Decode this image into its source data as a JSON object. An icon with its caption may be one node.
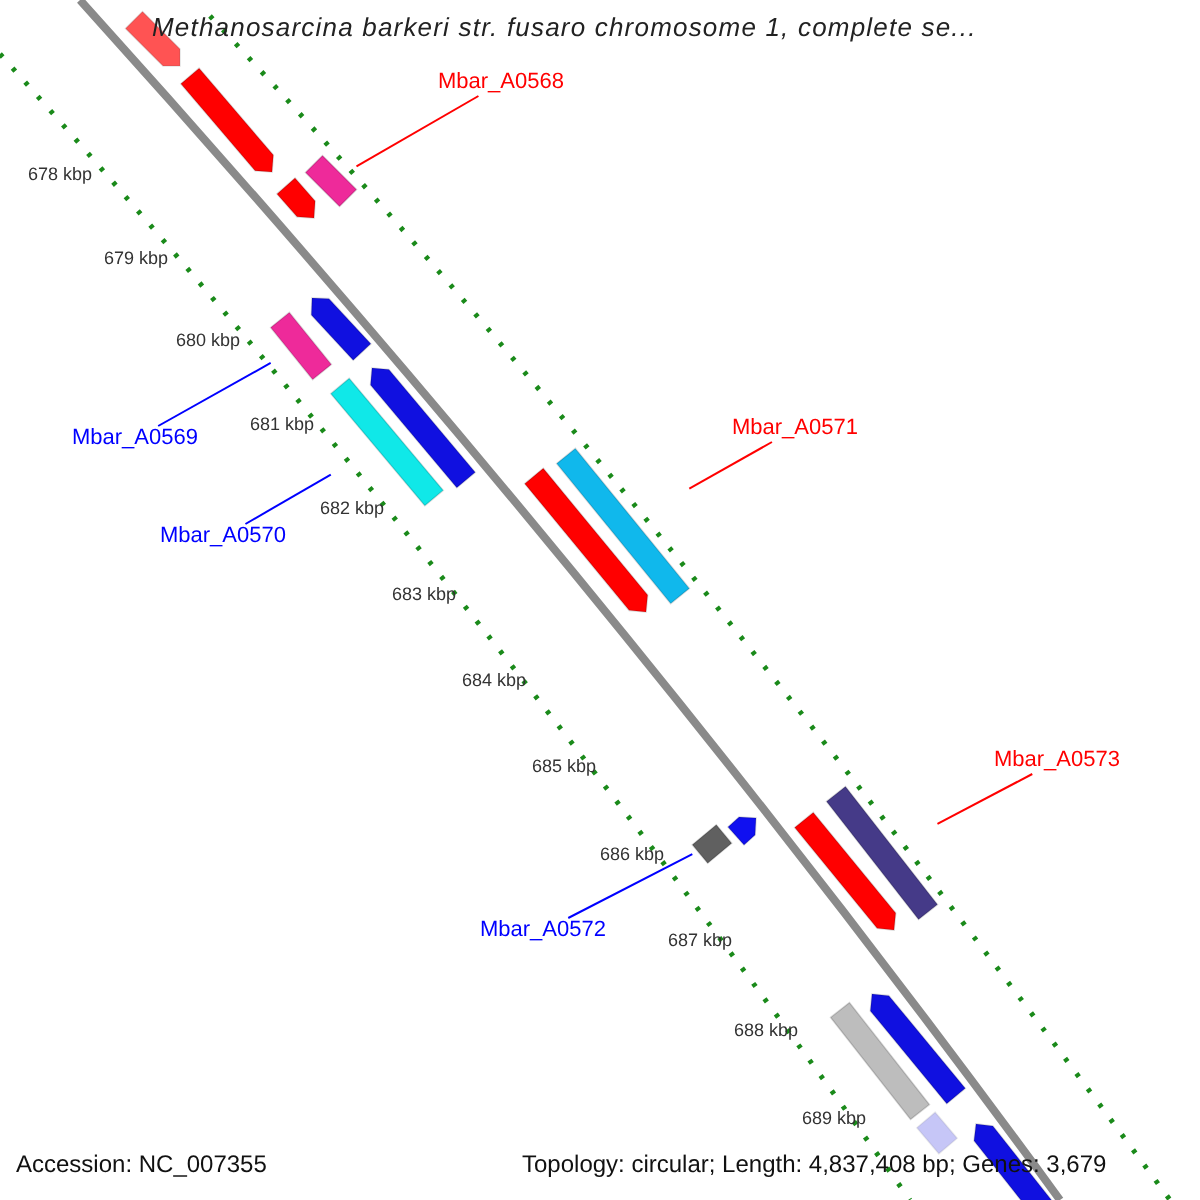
{
  "diagram": {
    "title": "Methanosarcina barkeri str. fusaro chromosome 1, complete se...",
    "nodes": [
      {
        "text": [
          "Mbar_A0568"
        ]
      },
      {
        "text": [],
        "shape": "bar"
      },
      {
        "text": [
          "Mbar_A0569"
        ]
      },
      {
        "text": [],
        "shape": "bar"
      },
      {
        "text": [
          "Mbar_A0570"
        ]
      },
      {
        "text": [],
        "shape": "bar"
      },
      {
        "text": [
          "Mbar_A0571"
        ]
      },
      {
        "text": [],
        "shape": "bar"
      },
      {
        "text": [
          "Mbar_A0572"
        ]
      },
      {
        "text": [],
        "shape": "bar"
      },
      {
        "text": [
          "Mbar_A0573"
        ]
      },
      {
        "text": [],
        "shape": "bar"
      },
      {
        "text": [],
        "shape": "bar"
      },
      {
        "text": [],
        "shape": "bar"
      },
      {
        "text": [],
        "shape": "bar"
      },
      {
        "text": [],
        "shape": "bar"
      },
      {
        "text": [],
        "shape": "bar"
      },
      {
        "text": [],
        "shape": "bar"
      },
      {
        "text": [],
        "shape": "bar"
      },
      {
        "text": [],
        "shape": "bar"
      },
      {
        "text": [],
        "shape": "bar"
      },
      {
        "text": [],
        "shape": "bar"
      },
      {
        "text": [],
        "shape": "bar"
      },
      {
        "text": [],
        "shape": "bar"
      }
    ],
    "edges": [
      {
        "from": 0,
        "to": 1,
        "arrow": "none",
        "color": "#ff0000"
      },
      {
        "from": 2,
        "to": 3,
        "arrow": "none",
        "color": "#0000ff"
      },
      {
        "from": 4,
        "to": 5,
        "arrow": "none",
        "color": "#0000ff"
      },
      {
        "from": 6,
        "to": 7,
        "arrow": "none",
        "color": "#ff0000"
      },
      {
        "from": 8,
        "to": 9,
        "arrow": "none",
        "color": "#0000ff"
      },
      {
        "from": 10,
        "to": 11,
        "arrow": "none",
        "color": "#ff0000"
      }
    ],
    "labels": [
      "678 kbp",
      "679 kbp",
      "680 kbp",
      "681 kbp",
      "682 kbp",
      "683 kbp",
      "684 kbp",
      "685 kbp",
      "686 kbp",
      "687 kbp",
      "688 kbp",
      "689 kbp",
      "Accession: NC_007355",
      "Topology: circular; Length: 4,837,408 bp; Genes: 3,679"
    ]
  }
}
